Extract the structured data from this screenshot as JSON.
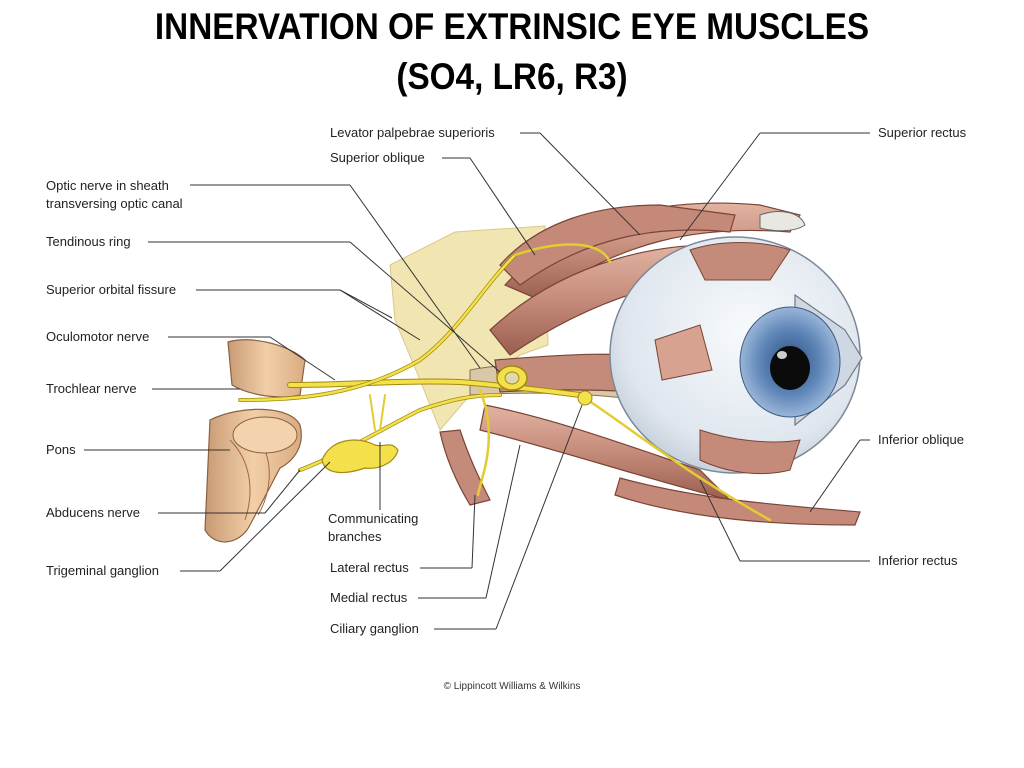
{
  "title_line1": "INNERVATION OF EXTRINSIC EYE MUSCLES",
  "title_line2": "(SO4, LR6, R3)",
  "labels": {
    "levator": "Levator palpebrae superioris",
    "superior_oblique": "Superior oblique",
    "optic_nerve_1": "Optic nerve in sheath",
    "optic_nerve_2": "transversing optic canal",
    "tendinous_ring": "Tendinous ring",
    "superior_orbital_fissure": "Superior orbital fissure",
    "oculomotor": "Oculomotor nerve",
    "trochlear": "Trochlear nerve",
    "pons": "Pons",
    "abducens": "Abducens nerve",
    "trigeminal": "Trigeminal ganglion",
    "communicating_1": "Communicating",
    "communicating_2": "branches",
    "lateral_rectus": "Lateral rectus",
    "medial_rectus": "Medial rectus",
    "ciliary_ganglion": "Ciliary ganglion",
    "superior_rectus": "Superior rectus",
    "inferior_oblique": "Inferior oblique",
    "inferior_rectus": "Inferior rectus"
  },
  "copyright": "© Lippincott Williams & Wilkins",
  "colors": {
    "muscle": "#c98e7e",
    "muscle_dark": "#8a5044",
    "nerve": "#f3e04a",
    "nerve_edge": "#a08a10",
    "brainstem": "#efc8a0",
    "bone": "#f1e5b2",
    "sclera": "#e6ecf2",
    "iris": "#5f86b8"
  }
}
